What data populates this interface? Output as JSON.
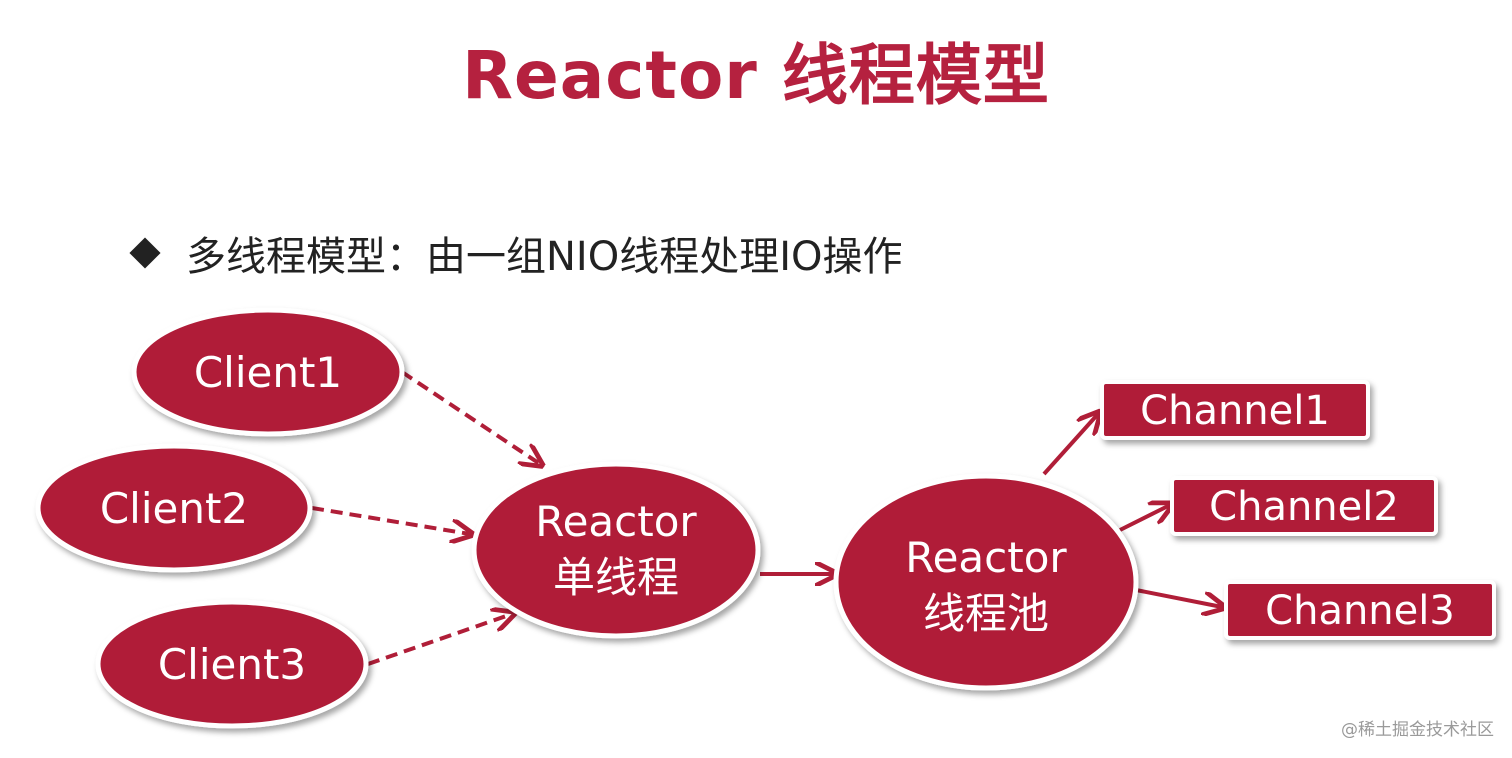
{
  "title": "Reactor 线程模型",
  "subtitle": "多线程模型：由一组NIO线程处理IO操作",
  "diagram": {
    "clients": [
      "Client1",
      "Client2",
      "Client3"
    ],
    "reactor_single": [
      "Reactor",
      "单线程"
    ],
    "reactor_pool": [
      "Reactor",
      "线程池"
    ],
    "channels": [
      "Channel1",
      "Channel2",
      "Channel3"
    ]
  },
  "watermark": "@稀土掘金技术社区",
  "colors": {
    "accent": "#b5213f",
    "node_fill": "#b01e38",
    "text": "#222222"
  }
}
